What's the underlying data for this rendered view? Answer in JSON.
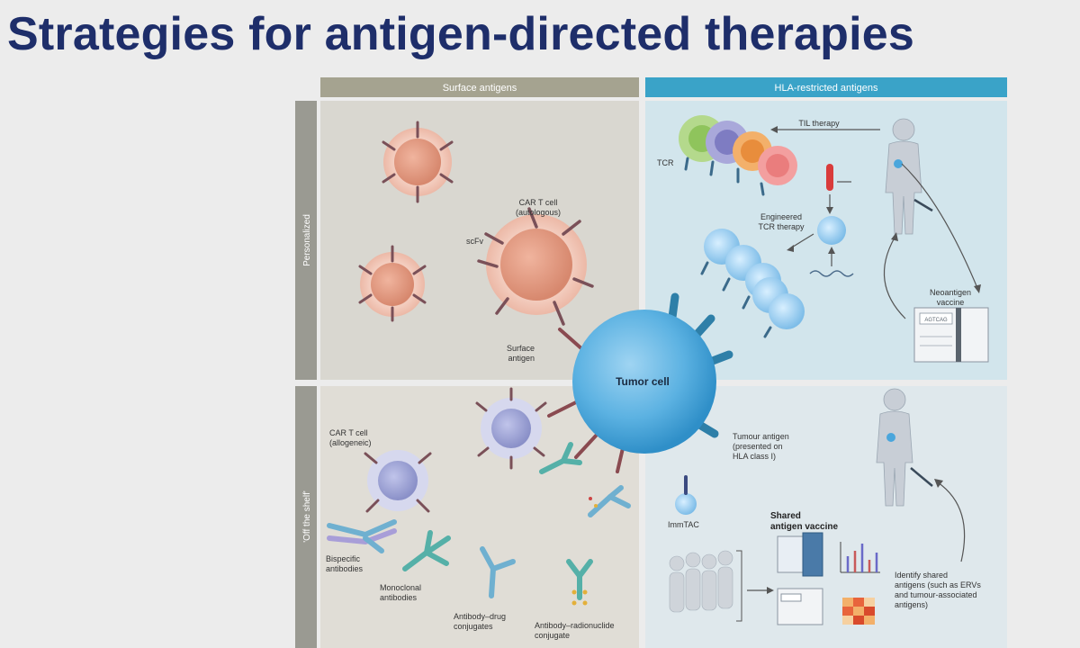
{
  "slide": {
    "title": "Strategies for antigen-directed therapies"
  },
  "figure": {
    "columns": {
      "surface": "Surface antigens",
      "hla": "HLA-restricted antigens"
    },
    "rows": {
      "personalized": "Personalized",
      "off_shelf": "'Off the shelf'"
    },
    "labels": {
      "car_t_auto": [
        "CAR T cell",
        "(autologous)"
      ],
      "scfv": "scFv",
      "surface_antigen": [
        "Surface",
        "antigen"
      ],
      "tumor_cell": "Tumor cell",
      "til": "TIL therapy",
      "tcr": "TCR",
      "engineered_tcr": [
        "Engineered",
        "TCR therapy"
      ],
      "neoantigen": [
        "Neoantigen",
        "vaccine"
      ],
      "sequencer_text": "AGTCAG",
      "car_t_allo": [
        "CAR T cell",
        "(allogeneic)"
      ],
      "tumour_antigen": [
        "Tumour antigen",
        "(presented on",
        "HLA class I)"
      ],
      "immtac": "ImmTAC",
      "shared_vaccine": [
        "Shared",
        "antigen vaccine"
      ],
      "identify": [
        "Identify shared",
        "antigens (such as ERVs",
        "and tumour-associated",
        "antigens)"
      ],
      "bispecific": [
        "Bispecific",
        "antibodies"
      ],
      "monoclonal": [
        "Monoclonal",
        "antibodies"
      ],
      "adc": [
        "Antibody–drug",
        "conjugates"
      ],
      "arc": [
        "Antibody–radionuclide",
        "conjugate"
      ]
    },
    "colors": {
      "surface_header": "#a5a390",
      "hla_header": "#3aa3c8",
      "surface_panel": "#d9d7d0",
      "hla_panel": "#d2e5ec",
      "offshelf_left": "#e0ddd6",
      "offshelf_right": "#dfe8ec",
      "row_band": "#9a9a92",
      "tumor": "#4aa6dc",
      "car_t_auto": "#e3937a",
      "car_t_allo": "#9aa0d3",
      "antibody_teal": "#55b0a8"
    }
  }
}
